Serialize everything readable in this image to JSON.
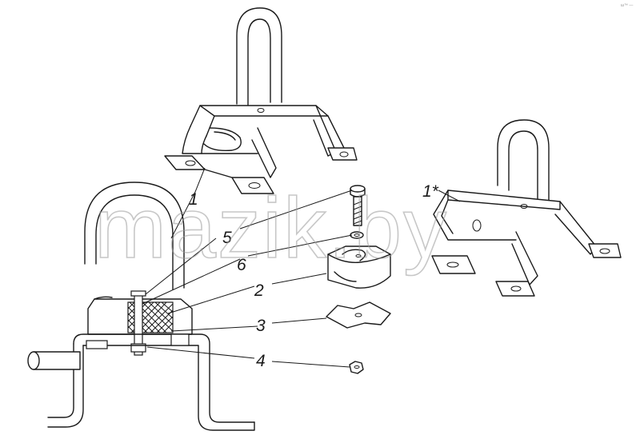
{
  "watermark": "mazik.by",
  "callouts": {
    "c1": "1",
    "c1star": "1*",
    "c2": "2",
    "c3": "3",
    "c4": "4",
    "c5": "5",
    "c6": "6"
  },
  "corner_mark": "ш™ —"
}
